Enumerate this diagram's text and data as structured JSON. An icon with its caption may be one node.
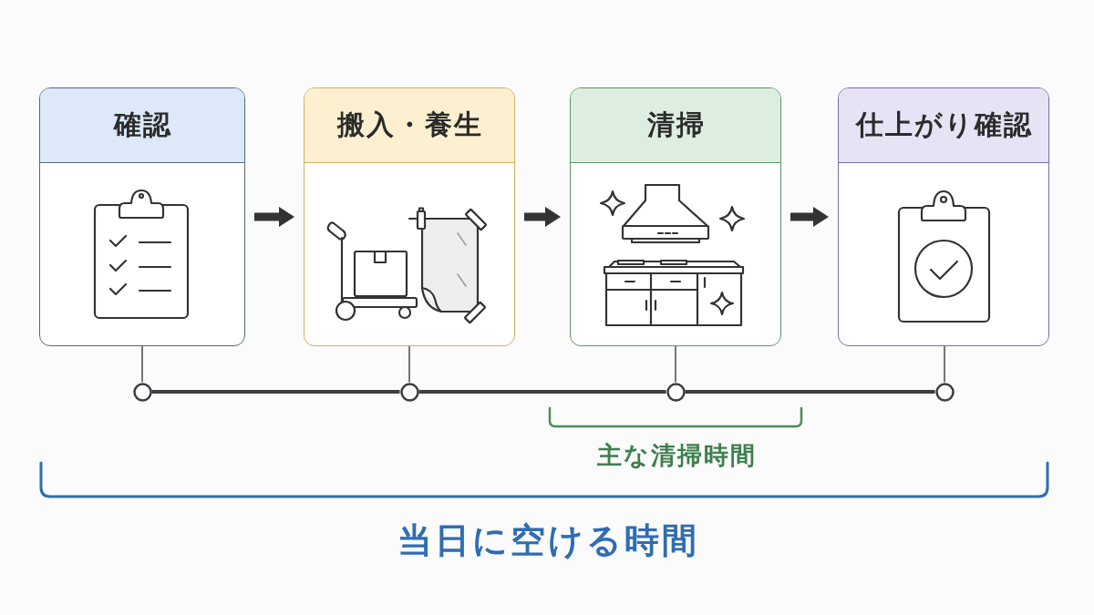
{
  "diagram": {
    "nodes": [
      {
        "text": [
          "確認"
        ]
      },
      {
        "text": [
          "搬入・養生"
        ]
      },
      {
        "text": [
          "清掃"
        ]
      },
      {
        "text": [
          "仕上がり確認"
        ]
      },
      {
        "text": [],
        "shape": "circle"
      },
      {
        "text": [],
        "shape": "circle"
      },
      {
        "text": [],
        "shape": "circle"
      },
      {
        "text": [],
        "shape": "circle"
      }
    ],
    "edges": [
      {
        "from": 0,
        "to": 1,
        "arrow": "to",
        "style": "thick"
      },
      {
        "from": 1,
        "to": 2,
        "arrow": "to",
        "style": "thick"
      },
      {
        "from": 2,
        "to": 3,
        "arrow": "to",
        "style": "thick"
      },
      {
        "from": 0,
        "to": 4,
        "arrow": "none"
      },
      {
        "from": 1,
        "to": 5,
        "arrow": "none"
      },
      {
        "from": 2,
        "to": 6,
        "arrow": "none"
      },
      {
        "from": 3,
        "to": 7,
        "arrow": "none"
      },
      {
        "from": 4,
        "to": 5,
        "arrow": "none"
      },
      {
        "from": 5,
        "to": 6,
        "arrow": "none"
      },
      {
        "from": 6,
        "to": 7,
        "arrow": "none"
      }
    ],
    "labels": [
      "主な清掃時間",
      "当日に空ける時間"
    ]
  }
}
